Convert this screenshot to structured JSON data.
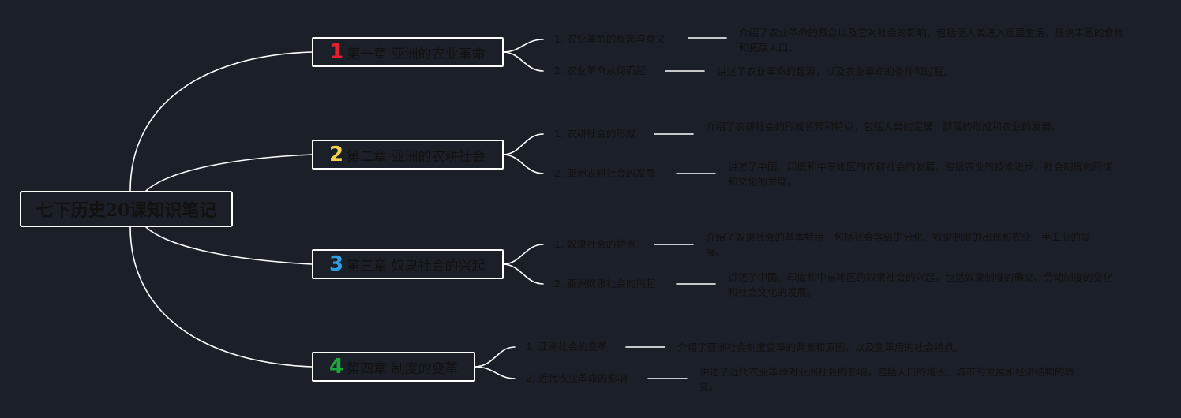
{
  "root": {
    "title": "七下历史20课知识笔记"
  },
  "chapters": [
    {
      "number": "1",
      "number_color": "#e5202e",
      "title": "第一章 亚洲的农业革命",
      "subtopics": [
        {
          "label": "1. 农业革命的概念与意义",
          "desc": "介绍了农业革命的概念以及它对社会的影响，包括使人类进入定居生活、提供丰富的食物和拓展人口。"
        },
        {
          "label": "2. 农业革命从何而起",
          "desc": "讲述了农业革命的起源，以及农业革命的条件和过程。"
        }
      ]
    },
    {
      "number": "2",
      "number_color": "#f2d24b",
      "title": "第二章 亚洲的农耕社会",
      "subtopics": [
        {
          "label": "1. 农耕社会的形成",
          "desc": "介绍了农耕社会的形成背景和特点，包括人类的定居、部落的形成和农业的发展。"
        },
        {
          "label": "2. 亚洲农耕社会的发展",
          "desc": "讲述了中国、印度和中东地区的农耕社会的发展，包括农业的技术进步、社会制度的形成和文化的发展。"
        }
      ]
    },
    {
      "number": "3",
      "number_color": "#2f9ee0",
      "title": "第三章 奴隶社会的兴起",
      "subtopics": [
        {
          "label": "1. 奴隶社会的特点",
          "desc": "介绍了奴隶社会的基本特点，包括社会等级的分化、奴隶制度的出现和农业、手工业的发展。"
        },
        {
          "label": "2. 亚洲奴隶社会的兴起",
          "desc": "讲述了中国、印度和中东地区的奴隶社会的兴起，包括奴隶制度的确立、劳动制度的变化和社会文化的发展。"
        }
      ]
    },
    {
      "number": "4",
      "number_color": "#1fa83a",
      "title": "第四章 制度的变革",
      "subtopics": [
        {
          "label": "1. 亚洲社会的变革",
          "desc": "介绍了亚洲社会制度变革的背景和原因，以及变革后的社会特点。"
        },
        {
          "label": "2. 近代农业革命的影响",
          "desc": "讲述了近代农业革命对亚洲社会的影响，包括人口的增长、城市的发展和经济结构的转变。"
        }
      ]
    }
  ]
}
